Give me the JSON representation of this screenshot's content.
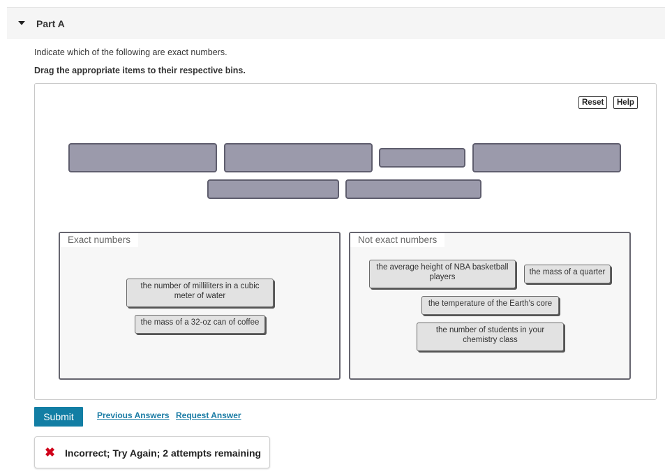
{
  "part": {
    "title": "Part A"
  },
  "question": {
    "prompt": "Indicate which of the following are exact numbers.",
    "instruction": "Drag the appropriate items to their respective bins."
  },
  "toolbar": {
    "reset_label": "Reset",
    "help_label": "Help"
  },
  "bins": [
    {
      "label": "Exact numbers",
      "items": [
        "the number of milliliters in a cubic meter of water",
        "the mass of a 32-oz can of coffee"
      ]
    },
    {
      "label": "Not exact numbers",
      "items": [
        "the average height of NBA basketball players",
        "the mass of a quarter",
        "the temperature of the Earth's core",
        "the number of students in your chemistry class"
      ]
    }
  ],
  "actions": {
    "submit_label": "Submit",
    "previous_answers_label": "Previous Answers",
    "request_answer_label": "Request Answer"
  },
  "feedback": {
    "text": "Incorrect; Try Again; 2 attempts remaining"
  },
  "colors": {
    "submit_bg": "#127ea4",
    "link": "#1b7ca5",
    "error_icon": "#d0021b",
    "empty_slot": "#9b9aab"
  }
}
